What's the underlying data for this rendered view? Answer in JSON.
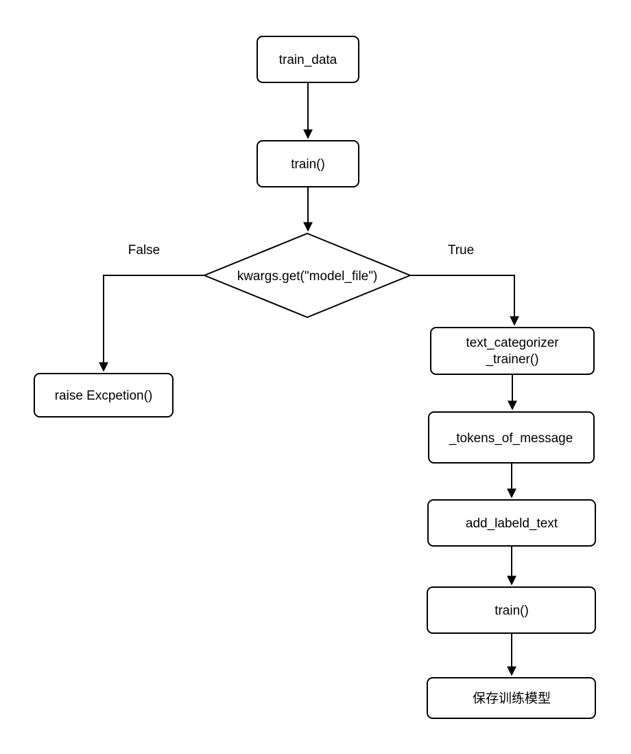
{
  "canvas": {
    "background_color": "#ffffff",
    "stroke_color": "#000000",
    "text_color": "#000000"
  },
  "flowchart": {
    "nodes": {
      "train_data": {
        "type": "process",
        "label": "train_data"
      },
      "train": {
        "type": "process",
        "label": "train()"
      },
      "decision": {
        "type": "decision",
        "label": "kwargs.get(\"model_file\")"
      },
      "raise_exception": {
        "type": "process",
        "label": "raise Excpetion()"
      },
      "text_categorizer_trainer": {
        "type": "process",
        "label_line1": "text_categorizer",
        "label_line2": "_trainer()"
      },
      "tokens_of_message": {
        "type": "process",
        "label": "_tokens_of_message"
      },
      "add_labeld_text": {
        "type": "process",
        "label": "add_labeld_text"
      },
      "train_2": {
        "type": "process",
        "label": "train()"
      },
      "save_model": {
        "type": "process",
        "label": "保存训练模型"
      }
    },
    "branch_labels": {
      "false_branch": "False",
      "true_branch": "True"
    }
  }
}
